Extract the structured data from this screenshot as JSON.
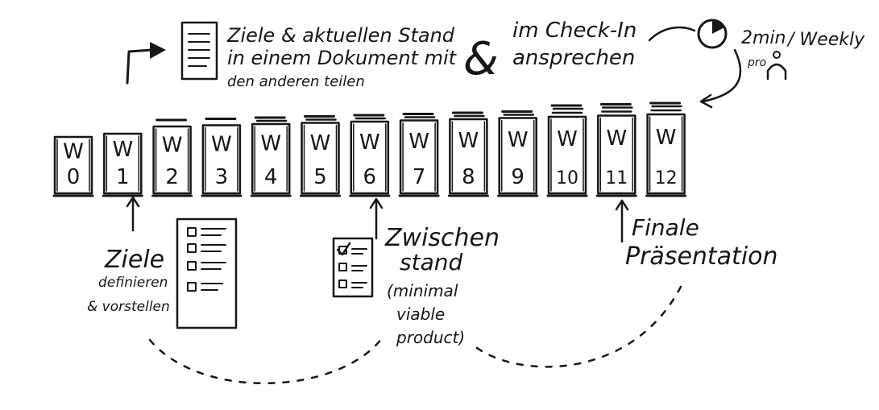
{
  "top_note": {
    "line1": "Ziele & aktuellen Stand",
    "line2": "in einem Dokument mit",
    "line3": "den anderen teilen",
    "ampersand": "&",
    "checkin_line1": "im Check-In",
    "checkin_line2": "ansprechen",
    "time_label": "2min",
    "per_label": "pro",
    "weekly_label": "/ Weekly"
  },
  "weeks": [
    {
      "w": "W",
      "n": "0"
    },
    {
      "w": "W",
      "n": "1"
    },
    {
      "w": "W",
      "n": "2"
    },
    {
      "w": "W",
      "n": "3"
    },
    {
      "w": "W",
      "n": "4"
    },
    {
      "w": "W",
      "n": "5"
    },
    {
      "w": "W",
      "n": "6"
    },
    {
      "w": "W",
      "n": "7"
    },
    {
      "w": "W",
      "n": "8"
    },
    {
      "w": "W",
      "n": "9"
    },
    {
      "w": "W",
      "n": "10"
    },
    {
      "w": "W",
      "n": "11"
    },
    {
      "w": "W",
      "n": "12"
    }
  ],
  "milestones": {
    "goals": {
      "title": "Ziele",
      "line2": "definieren",
      "line3": "& vorstellen"
    },
    "interim": {
      "line1": "Zwischen",
      "line2": "stand",
      "line3": "(minimal",
      "line4": "viable",
      "line5": "product)"
    },
    "final": {
      "line1": "Finale",
      "line2": "Präsentation"
    }
  },
  "icons": {
    "arrow": "corner-arrow-icon",
    "document": "document-icon",
    "clock": "clock-icon",
    "person": "person-icon",
    "checklist": "checklist-icon"
  }
}
